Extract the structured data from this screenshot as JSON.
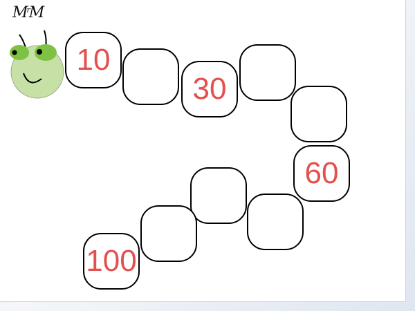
{
  "logo": {
    "text_left": "M",
    "text_mid": "r",
    "text_right": "M"
  },
  "caterpillar": {
    "number_color": "#e4504f",
    "head_color": "#c6e0a6",
    "eye_color": "#7dc242",
    "segments": [
      {
        "id": 1,
        "label": "10"
      },
      {
        "id": 2,
        "label": ""
      },
      {
        "id": 3,
        "label": "30"
      },
      {
        "id": 4,
        "label": ""
      },
      {
        "id": 5,
        "label": ""
      },
      {
        "id": 6,
        "label": "60"
      },
      {
        "id": 7,
        "label": ""
      },
      {
        "id": 8,
        "label": ""
      },
      {
        "id": 9,
        "label": ""
      },
      {
        "id": 10,
        "label": "100"
      }
    ]
  }
}
